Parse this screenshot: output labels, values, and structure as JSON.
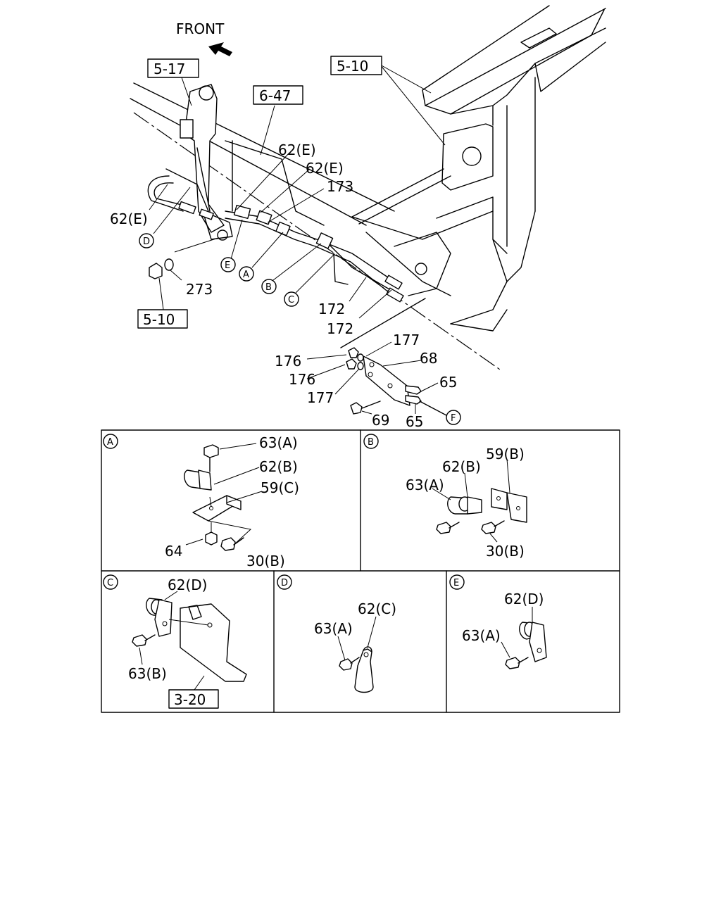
{
  "direction": {
    "label": "FRONT"
  },
  "boxed_refs": {
    "r1": "5-17",
    "r2": "6-47",
    "r3": "5-10",
    "r4": "5-10"
  },
  "main_labels": {
    "l_62e_1": "62(E)",
    "l_62e_2": "62(E)",
    "l_173": "173",
    "l_62e_3": "62(E)",
    "l_273": "273",
    "l_172a": "172",
    "l_172b": "172",
    "l_177a": "177",
    "l_68": "68",
    "l_176a": "176",
    "l_176b": "176",
    "l_177b": "177",
    "l_65a": "65",
    "l_65b": "65",
    "l_69": "69"
  },
  "callouts": {
    "A": "A",
    "B": "B",
    "C": "C",
    "D": "D",
    "E": "E",
    "F": "F"
  },
  "detail_A": {
    "tag": "A",
    "l1": "63(A)",
    "l2": "62(B)",
    "l3": "59(C)",
    "l4": "64",
    "l5": "30(B)"
  },
  "detail_B": {
    "tag": "B",
    "l1": "59(B)",
    "l2": "62(B)",
    "l3": "63(A)",
    "l4": "30(B)"
  },
  "detail_C": {
    "tag": "C",
    "l1": "62(D)",
    "l2": "63(B)",
    "ref": "3-20"
  },
  "detail_D": {
    "tag": "D",
    "l1": "62(C)",
    "l2": "63(A)"
  },
  "detail_E": {
    "tag": "E",
    "l1": "62(D)",
    "l2": "63(A)"
  }
}
